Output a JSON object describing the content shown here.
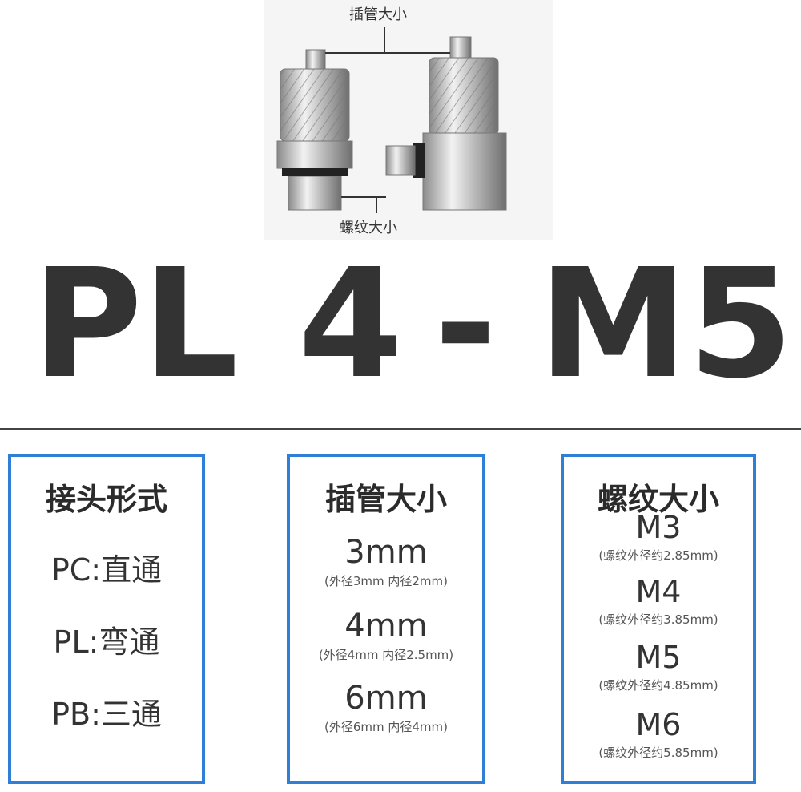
{
  "photo": {
    "callout_tube": "插管大小",
    "callout_thread": "螺纹大小"
  },
  "model": {
    "type": "PL",
    "tube": "4",
    "dash": "-",
    "thread": "M5"
  },
  "cards": {
    "connector_type": {
      "title": "接头形式",
      "items": [
        "PC:直通",
        "PL:弯通",
        "PB:三通"
      ]
    },
    "tube_size": {
      "title": "插管大小",
      "items": [
        {
          "size": "3mm",
          "note": "(外径3mm 内径2mm)"
        },
        {
          "size": "4mm",
          "note": "(外径4mm 内径2.5mm)"
        },
        {
          "size": "6mm",
          "note": "(外径6mm 内径4mm)"
        }
      ]
    },
    "thread_size": {
      "title": "螺纹大小",
      "items": [
        {
          "size": "M3",
          "note": "(螺纹外径约2.85mm)"
        },
        {
          "size": "M4",
          "note": "(螺纹外径约3.85mm)"
        },
        {
          "size": "M5",
          "note": "(螺纹外径约4.85mm)"
        },
        {
          "size": "M6",
          "note": "(螺纹外径约5.85mm)"
        }
      ]
    }
  },
  "colors": {
    "card_border": "#2f7fd6",
    "text": "#333333"
  }
}
